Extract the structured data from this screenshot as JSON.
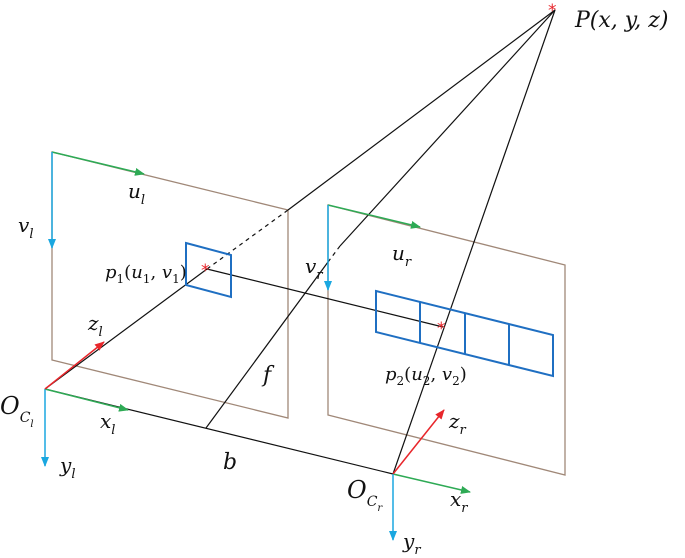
{
  "colors": {
    "image_plane": "#a08878",
    "axis_u": "#2eaa55",
    "axis_v": "#1aa7e0",
    "axis_z": "#e8262b",
    "pixel_box": "#1f6fc2",
    "point_marker": "#e8262b",
    "ray": "#111111"
  },
  "labels": {
    "point_P": {
      "main": "P(x, y, z)"
    },
    "u_left": {
      "base": "u",
      "sub": "l"
    },
    "v_left": {
      "base": "v",
      "sub": "l"
    },
    "u_right": {
      "base": "u",
      "sub": "r"
    },
    "v_right": {
      "base": "v",
      "sub": "r"
    },
    "p1": {
      "base": "p",
      "sub": "1",
      "rest_open": "(",
      "u": "u",
      "u_sub": "1",
      "comma": ", ",
      "v": "v",
      "v_sub": "1",
      "close": ")"
    },
    "p2": {
      "base": "p",
      "sub": "2",
      "rest_open": "(",
      "u": "u",
      "u_sub": "2",
      "comma": ", ",
      "v": "v",
      "v_sub": "2",
      "close": ")"
    },
    "z_left": {
      "base": "z",
      "sub": "l"
    },
    "z_right": {
      "base": "z",
      "sub": "r"
    },
    "x_left": {
      "base": "x",
      "sub": "l"
    },
    "y_left": {
      "base": "y",
      "sub": "l"
    },
    "x_right": {
      "base": "x",
      "sub": "r"
    },
    "y_right": {
      "base": "y",
      "sub": "r"
    },
    "O_left": {
      "base": "O",
      "sub": "C",
      "subsub": "l"
    },
    "O_right": {
      "base": "O",
      "sub": "C",
      "subsub": "r"
    },
    "focal": "f",
    "baseline": "b"
  }
}
